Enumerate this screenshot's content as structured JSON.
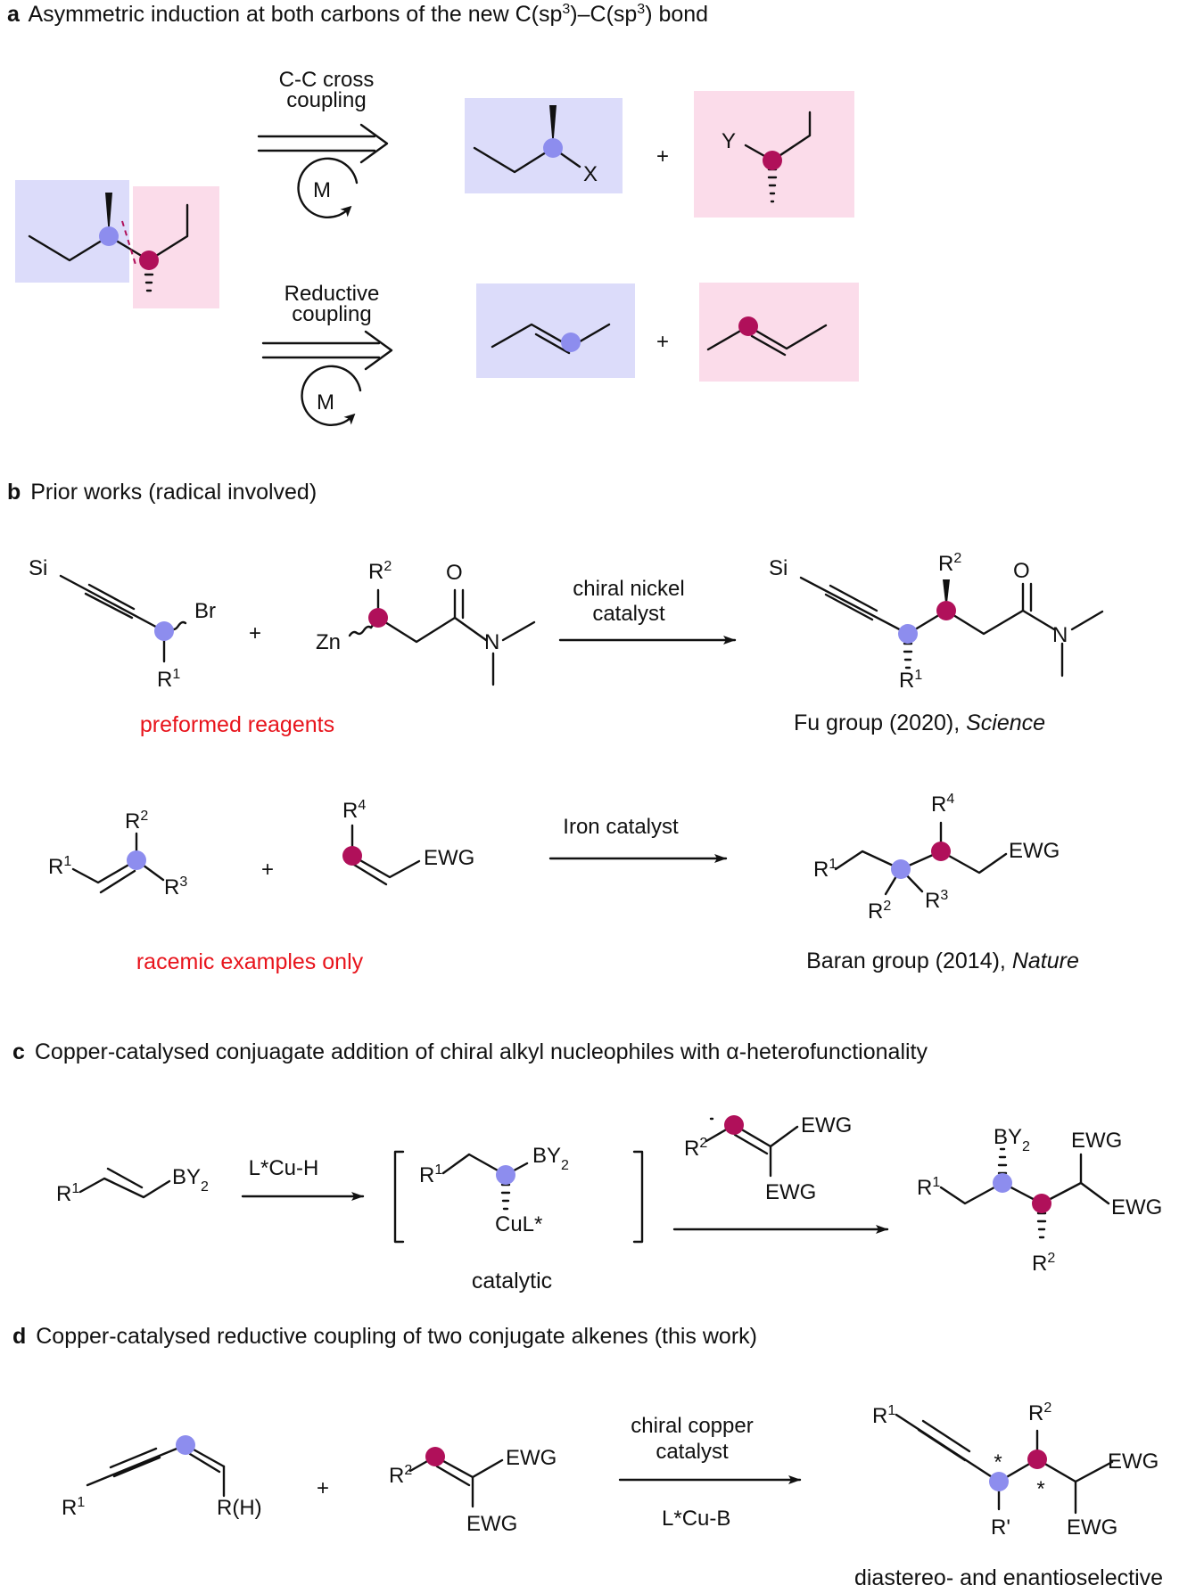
{
  "sections": {
    "a": {
      "letter": "a",
      "title": "Asymmetric induction at both carbons of the new C(sp",
      "title_sup1": "3",
      "title_mid": ")–C(sp",
      "title_sup2": "3",
      "title_end": ") bond"
    },
    "b": {
      "letter": "b",
      "title": "Prior works (radical involved)"
    },
    "c": {
      "letter": "c",
      "title": "Copper-catalysed conjuagate addition of chiral alkyl nucleophiles with α-heterofunctionality"
    },
    "d": {
      "letter": "d",
      "title": "Copper-catalysed reductive coupling of two conjugate alkenes (this work)"
    }
  },
  "panel_a": {
    "route1_label_line1": "C-C cross",
    "route1_label_line2": "coupling",
    "route2_label_line1": "Reductive",
    "route2_label_line2": "coupling",
    "metal": "M",
    "x_atom": "X",
    "y_atom": "Y",
    "plus": "+"
  },
  "panel_b": {
    "si": "Si",
    "br": "Br",
    "r": "R",
    "zn": "Zn",
    "o": "O",
    "n": "N",
    "sup1": "1",
    "sup2": "2",
    "sup3": "3",
    "sup4": "4",
    "plus": "+",
    "arrow1_line1": "chiral nickel",
    "arrow1_line2": "catalyst",
    "preformed": "preformed reagents",
    "fu_ref": "Fu group (2020), ",
    "fu_journal": "Science",
    "arrow2": "Iron catalyst",
    "racemic": "racemic examples only",
    "ewg": "EWG",
    "baran_ref": "Baran group (2014), ",
    "baran_journal": "Nature"
  },
  "panel_c": {
    "by2": "BY",
    "sub2": "2",
    "r": "R",
    "sup1": "1",
    "sup2": "2",
    "reagent": "L*Cu-H",
    "cul": "CuL*",
    "catalytic": "catalytic",
    "ewg": "EWG"
  },
  "panel_d": {
    "r": "R",
    "sup1": "1",
    "sup2": "2",
    "rh": "R(H)",
    "plus": "+",
    "ewg": "EWG",
    "arrow_line1": "chiral copper",
    "arrow_line2": "catalyst",
    "reagent": "L*Cu-B",
    "rprime": "R'",
    "star": "*",
    "selectivity": "diastereo- and enantioselective"
  },
  "colors": {
    "blue_dot": "#8d8dee",
    "magenta_dot": "#b0105a",
    "blue_box": "#dcdcfa",
    "pink_box": "#fbdcea",
    "red_text": "#e8141c"
  }
}
